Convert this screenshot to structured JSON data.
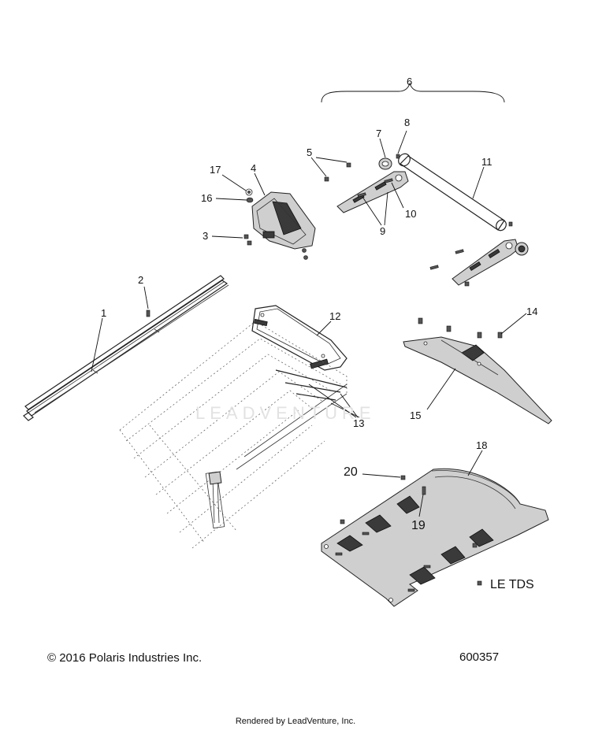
{
  "callouts": {
    "c1": "1",
    "c2": "2",
    "c3": "3",
    "c4": "4",
    "c5": "5",
    "c6": "6",
    "c7": "7",
    "c8": "8",
    "c9": "9",
    "c10": "10",
    "c11": "11",
    "c12": "12",
    "c13": "13",
    "c14": "14",
    "c15": "15",
    "c16": "16",
    "c17": "17",
    "c18": "18",
    "c19": "19",
    "c20": "20"
  },
  "variant_label": "LE TDS",
  "watermark": "LEADVENTURE",
  "footer": {
    "copyright": "© 2016 Polaris Industries Inc.",
    "drawing_number": "600357",
    "rendered_by": "Rendered by LeadVenture, Inc."
  }
}
